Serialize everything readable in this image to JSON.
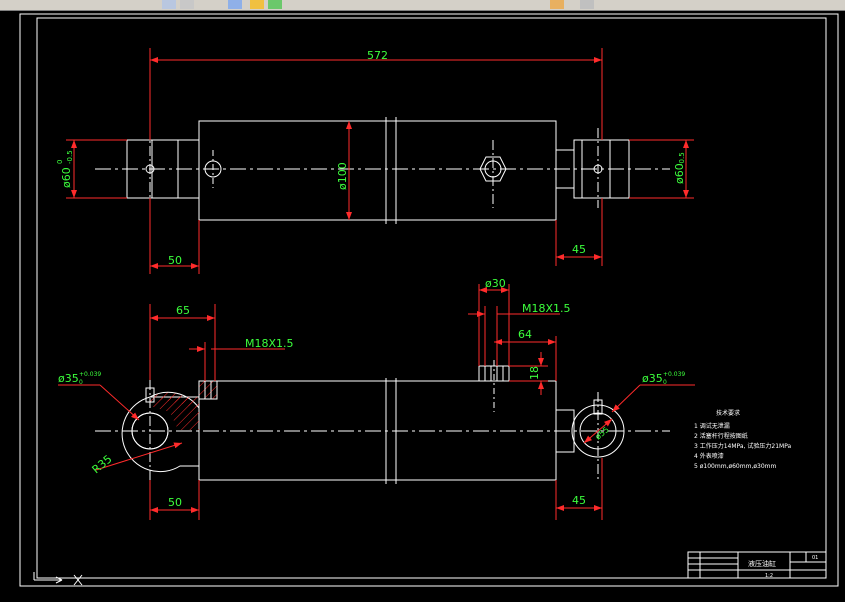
{
  "toolbar": {
    "icons": [
      "layer-icon",
      "print-icon",
      "orbit-icon",
      "snap-icon",
      "color-icon",
      "layer-state-icon",
      "dropdown-icon"
    ]
  },
  "drawing": {
    "dims": {
      "overall_length": "572",
      "left_end_top": "50",
      "right_end_top": "45",
      "bore_dia": "ø100",
      "rod_eye_dia_main": "ø60",
      "rod_eye_dia_tol_upper": "0",
      "rod_eye_dia_tol_lower": "-0.5",
      "rod_eye_dia_right_main": "ø60",
      "rod_eye_dia_right_tol": "-0.5",
      "left_port_offset": "65",
      "port_thread_left": "M18X1.5",
      "port_boss_dia": "ø30",
      "port_thread_right": "M18X1.5",
      "port_depth_offset": "64",
      "port_height": "18",
      "pin_hole_left_main": "ø35",
      "pin_hole_left_tol_upper": "+0.039",
      "pin_hole_left_tol_lower": "0",
      "pin_hole_right_main": "ø35",
      "pin_hole_right_tol_upper": "+0.039",
      "pin_hole_right_tol_lower": "0",
      "eye_radius": "R35",
      "pin_hole_inner": "ø55",
      "left_end_bottom": "50",
      "right_end_bottom": "45"
    },
    "notes": {
      "heading": "技术要求",
      "items": [
        "1  调试无泄漏",
        "2  活塞杆行程按图纸",
        "3  工作压力14MPa, 试验压力21MPa",
        "4  外表喷漆",
        "5  ø100mm,ø60mm,ø30mm"
      ]
    },
    "title_block": {
      "name": "液压油缸",
      "code": "01",
      "scale": "1:2"
    }
  },
  "colors": {
    "background": "#000000",
    "outline": "#ffffff",
    "dimension": "#ff2b2b",
    "dim_text": "#3cff3c",
    "centerline": "#ffffff"
  }
}
